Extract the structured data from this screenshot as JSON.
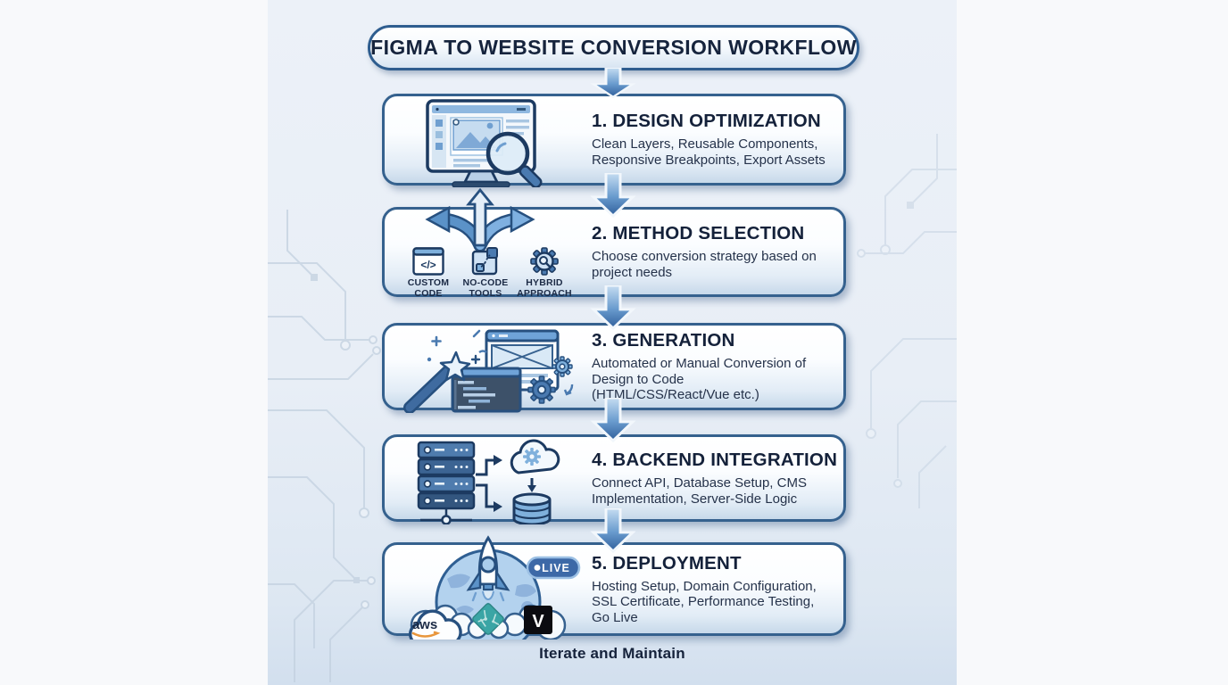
{
  "infographic": {
    "title": "FIGMA TO WEBSITE CONVERSION WORKFLOW",
    "footer": "Iterate and Maintain",
    "colors": {
      "background": "#e9eff7",
      "box_border": "#35618e",
      "accent_navy": "#16243d",
      "arrow_blue": "#4779b0",
      "badge_bg": "#3d69a7",
      "netlify_teal": "#3aa5a5",
      "aws_orange": "#e8963c"
    },
    "steps": [
      {
        "icon": "monitor-magnifier-icon",
        "title": "1. DESIGN OPTIMIZATION",
        "description": "Clean Layers, Reusable Components,\nResponsive Breakpoints, Export Assets"
      },
      {
        "icon": "branching-arrows-icon",
        "title": "2. METHOD SELECTION",
        "description": "Choose conversion strategy based on\nproject needs",
        "options": [
          {
            "icon": "code-window-icon",
            "label": "CUSTOM\nCODE"
          },
          {
            "icon": "puzzle-blocks-icon",
            "label": "NO-CODE\nTOOLS"
          },
          {
            "icon": "gear-magnifier-icon",
            "label": "HYBRID\nAPPROACH"
          }
        ]
      },
      {
        "icon": "magic-wand-code-icon",
        "title": "3. GENERATION",
        "description": "Automated or Manual Conversion of\nDesign to Code\n(HTML/CSS/React/Vue etc.)"
      },
      {
        "icon": "server-cloud-database-icon",
        "title": "4. BACKEND INTEGRATION",
        "description": "Connect API, Database Setup, CMS\nImplementation, Server-Side Logic"
      },
      {
        "icon": "rocket-launch-icon",
        "title": "5. DEPLOYMENT",
        "description": "Hosting Setup, Domain Configuration,\nSSL Certificate, Performance Testing,\nGo Live",
        "badge": "LIVE",
        "logos": [
          {
            "name": "aws-logo",
            "label": "aws"
          },
          {
            "name": "netlify-logo",
            "label": ""
          },
          {
            "name": "vercel-logo",
            "label": "V"
          }
        ]
      }
    ]
  }
}
